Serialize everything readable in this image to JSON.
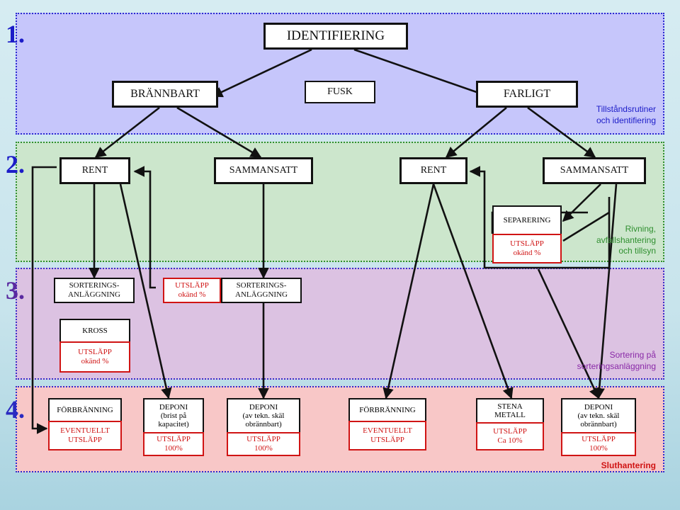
{
  "stages": [
    "1.",
    "2.",
    "3.",
    "4."
  ],
  "level1": {
    "identifiering": "IDENTIFIERING",
    "brannbart": "BRÄNNBART",
    "fusk": "FUSK",
    "farligt": "FARLIGT",
    "note_lines": [
      "Tillståndsrutiner",
      "och identifiering"
    ]
  },
  "level2": {
    "rent_left": "RENT",
    "sammansatt_left": "SAMMANSATT",
    "rent_right": "RENT",
    "sammansatt_right": "SAMMANSATT",
    "separering": "SEPARERING",
    "sep_utslapp": "UTSLÄPP",
    "sep_okand": "okänd %",
    "note_lines": [
      "Rivning,",
      "avfallshantering",
      "och tillsyn"
    ]
  },
  "level3": {
    "sort_left_1": "SORTERINGS-",
    "sort_left_2": "ANLÄGGNING",
    "utslapp": "UTSLÄPP",
    "okand": "okänd %",
    "sort_right_1": "SORTERINGS-",
    "sort_right_2": "ANLÄGGNING",
    "kross": "KROSS",
    "kross_utslapp": "UTSLÄPP",
    "kross_okand": "okänd %",
    "note_lines": [
      "Sortering på",
      "sorteringsanläggning"
    ]
  },
  "level4": {
    "boxes": [
      {
        "top": [
          "FÖRBRÄNNING"
        ],
        "bottom": [
          "EVENTUELLT",
          "UTSLÄPP"
        ]
      },
      {
        "top": [
          "DEPONI",
          "(brist på",
          "kapacitet)"
        ],
        "bottom": [
          "UTSLÄPP",
          "100%"
        ]
      },
      {
        "top": [
          "DEPONI",
          "(av tekn. skäl",
          "obrännbart)"
        ],
        "bottom": [
          "UTSLÄPP",
          "100%"
        ]
      },
      {
        "top": [
          "FÖRBRÄNNING"
        ],
        "bottom": [
          "EVENTUELLT",
          "UTSLÄPP"
        ]
      },
      {
        "top": [
          "STENA",
          "METALL"
        ],
        "bottom": [
          "UTSLÄPP",
          "Ca 10%"
        ]
      },
      {
        "top": [
          "DEPONI",
          "(av tekn. skäl",
          "obrännbart)"
        ],
        "bottom": [
          "UTSLÄPP",
          "100%"
        ]
      }
    ],
    "note": "Sluthantering"
  },
  "colors": {
    "band1": "#c6c6fb",
    "band2": "#cce6cc",
    "band3": "#dcc2e2",
    "band4": "#f8c7c7",
    "emission_red": "#d01414",
    "note_blue": "#1c1cc8",
    "note_green": "#2f8f2f",
    "note_purple": "#8a2aa8"
  }
}
